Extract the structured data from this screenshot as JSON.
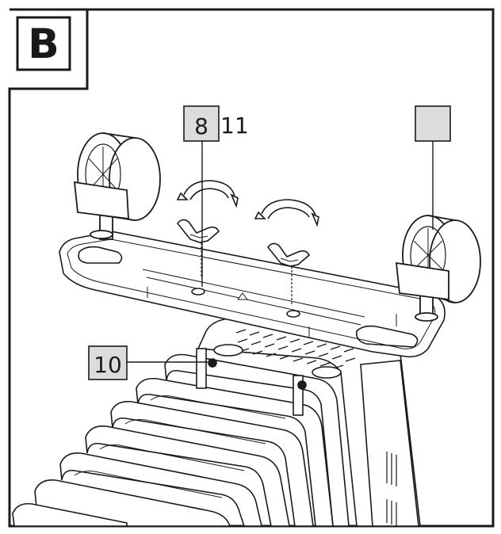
{
  "panel": {
    "letter": "B"
  },
  "callouts": {
    "wing_nut_label": "8",
    "wing_nut_extra": "11",
    "caster_label": "",
    "bracket_label": "10"
  },
  "colors": {
    "line": "#1a1a1a",
    "callout_fill": "#dcdcdc",
    "background": "#ffffff"
  }
}
